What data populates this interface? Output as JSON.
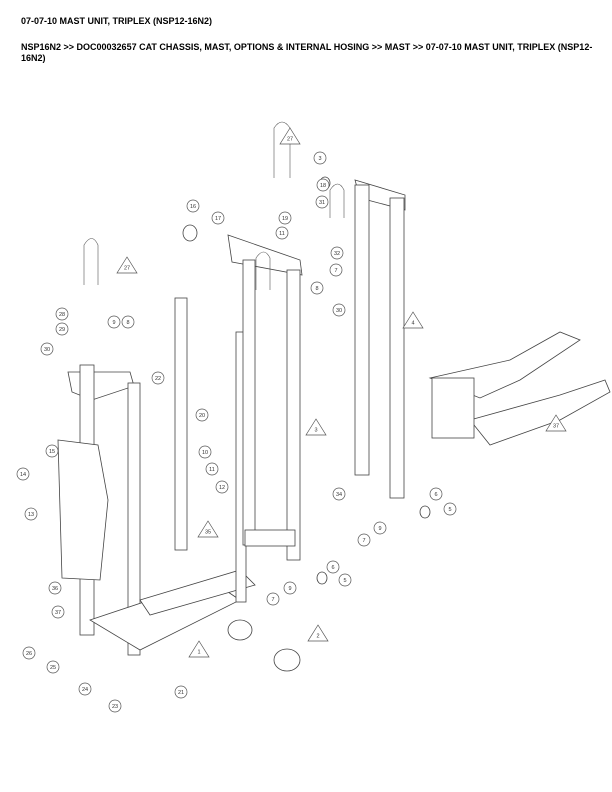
{
  "header": {
    "title": "07-07-10 MAST UNIT, TRIPLEX (NSP12-16N2)",
    "breadcrumb": "NSP16N2 >> DOC00032657 CAT CHASSIS, MAST, OPTIONS & INTERNAL HOSING >> MAST >> 07-07-10 MAST UNIT, TRIPLEX (NSP12-16N2)"
  },
  "diagram": {
    "callouts": [
      "27",
      "3",
      "18",
      "31",
      "16",
      "17",
      "19",
      "11",
      "32",
      "27",
      "7",
      "8",
      "30",
      "4",
      "28",
      "9",
      "8",
      "29",
      "30",
      "22",
      "20",
      "3",
      "37",
      "10",
      "11",
      "15",
      "14",
      "12",
      "6",
      "34",
      "5",
      "9",
      "7",
      "13",
      "35",
      "6",
      "5",
      "9",
      "7",
      "36",
      "37",
      "1",
      "2",
      "26",
      "25",
      "24",
      "21",
      "23"
    ]
  }
}
